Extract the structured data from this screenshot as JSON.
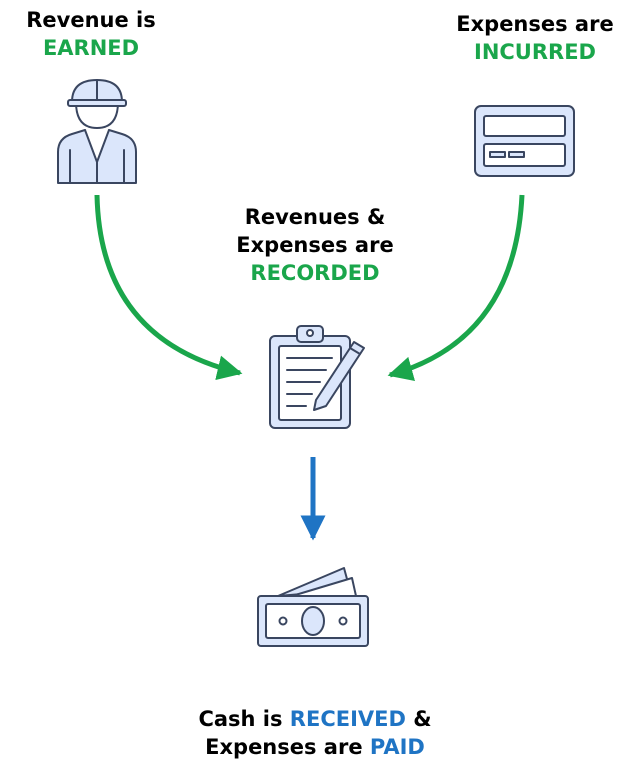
{
  "colors": {
    "green": "#1aa64b",
    "blue": "#1f74c4",
    "icon_fill": "#dbe6fb",
    "icon_stroke": "#3a4660"
  },
  "nodes": {
    "earned": {
      "line1": "Revenue is",
      "highlight": "EARNED",
      "icon": "worker-icon"
    },
    "incurred": {
      "line1": "Expenses are",
      "highlight": "INCURRED",
      "icon": "credit-card-icon"
    },
    "recorded": {
      "line1": "Revenues &",
      "line2": "Expenses are",
      "highlight": "RECORDED",
      "icon": "clipboard-pencil-icon"
    },
    "paid": {
      "line1_prefix": "Cash is ",
      "line1_highlight": "RECEIVED",
      "line1_suffix": " &",
      "line2_prefix": "Expenses are ",
      "line2_highlight": "PAID",
      "icon": "cash-icon"
    }
  },
  "edges": [
    {
      "from": "earned",
      "to": "recorded",
      "color": "green"
    },
    {
      "from": "incurred",
      "to": "recorded",
      "color": "green"
    },
    {
      "from": "recorded",
      "to": "paid",
      "color": "blue"
    }
  ]
}
